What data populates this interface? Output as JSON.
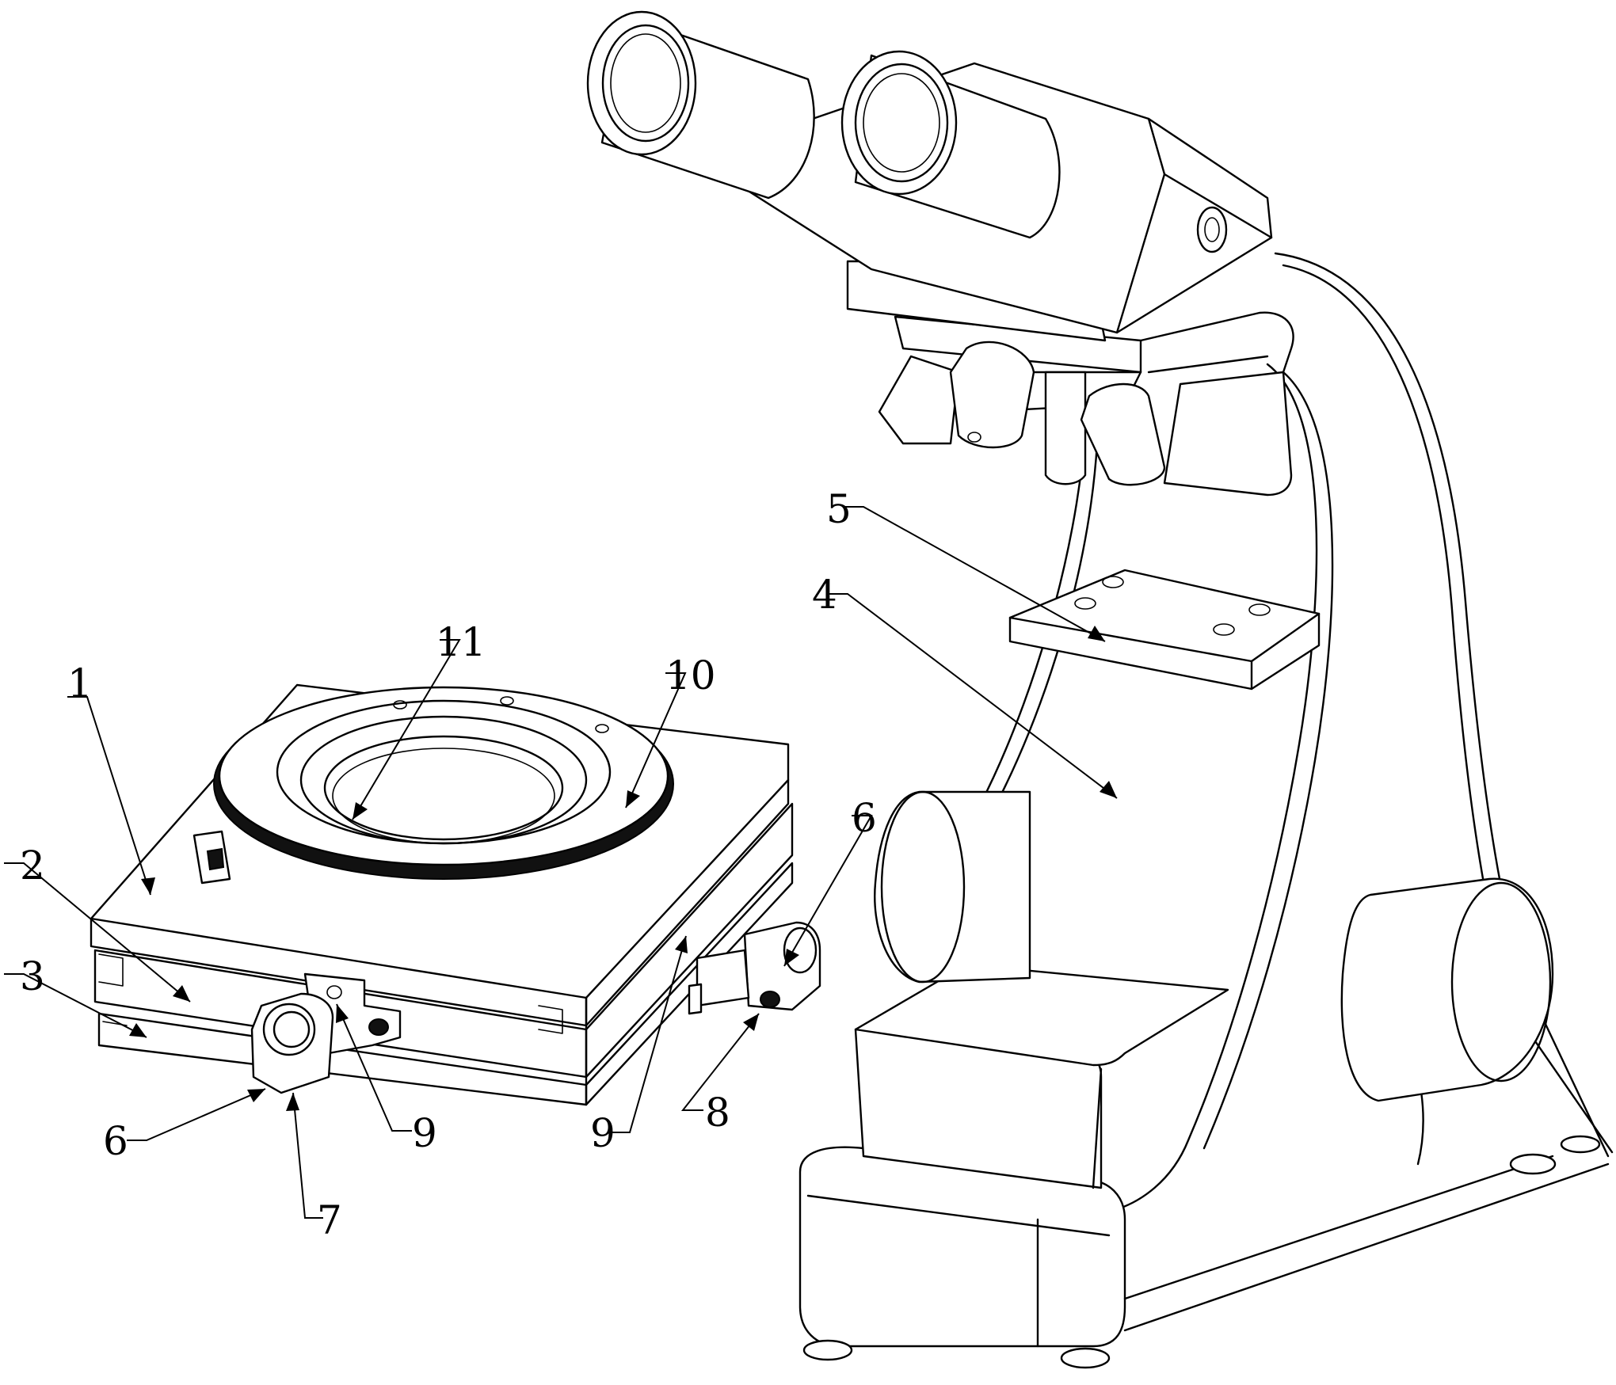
{
  "labels": {
    "l1": "1",
    "l2": "2",
    "l3": "3",
    "l4": "4",
    "l5": "5",
    "l6a": "6",
    "l6b": "6",
    "l7": "7",
    "l8": "8",
    "l9a": "9",
    "l9b": "9",
    "l10": "10",
    "l11": "11"
  }
}
